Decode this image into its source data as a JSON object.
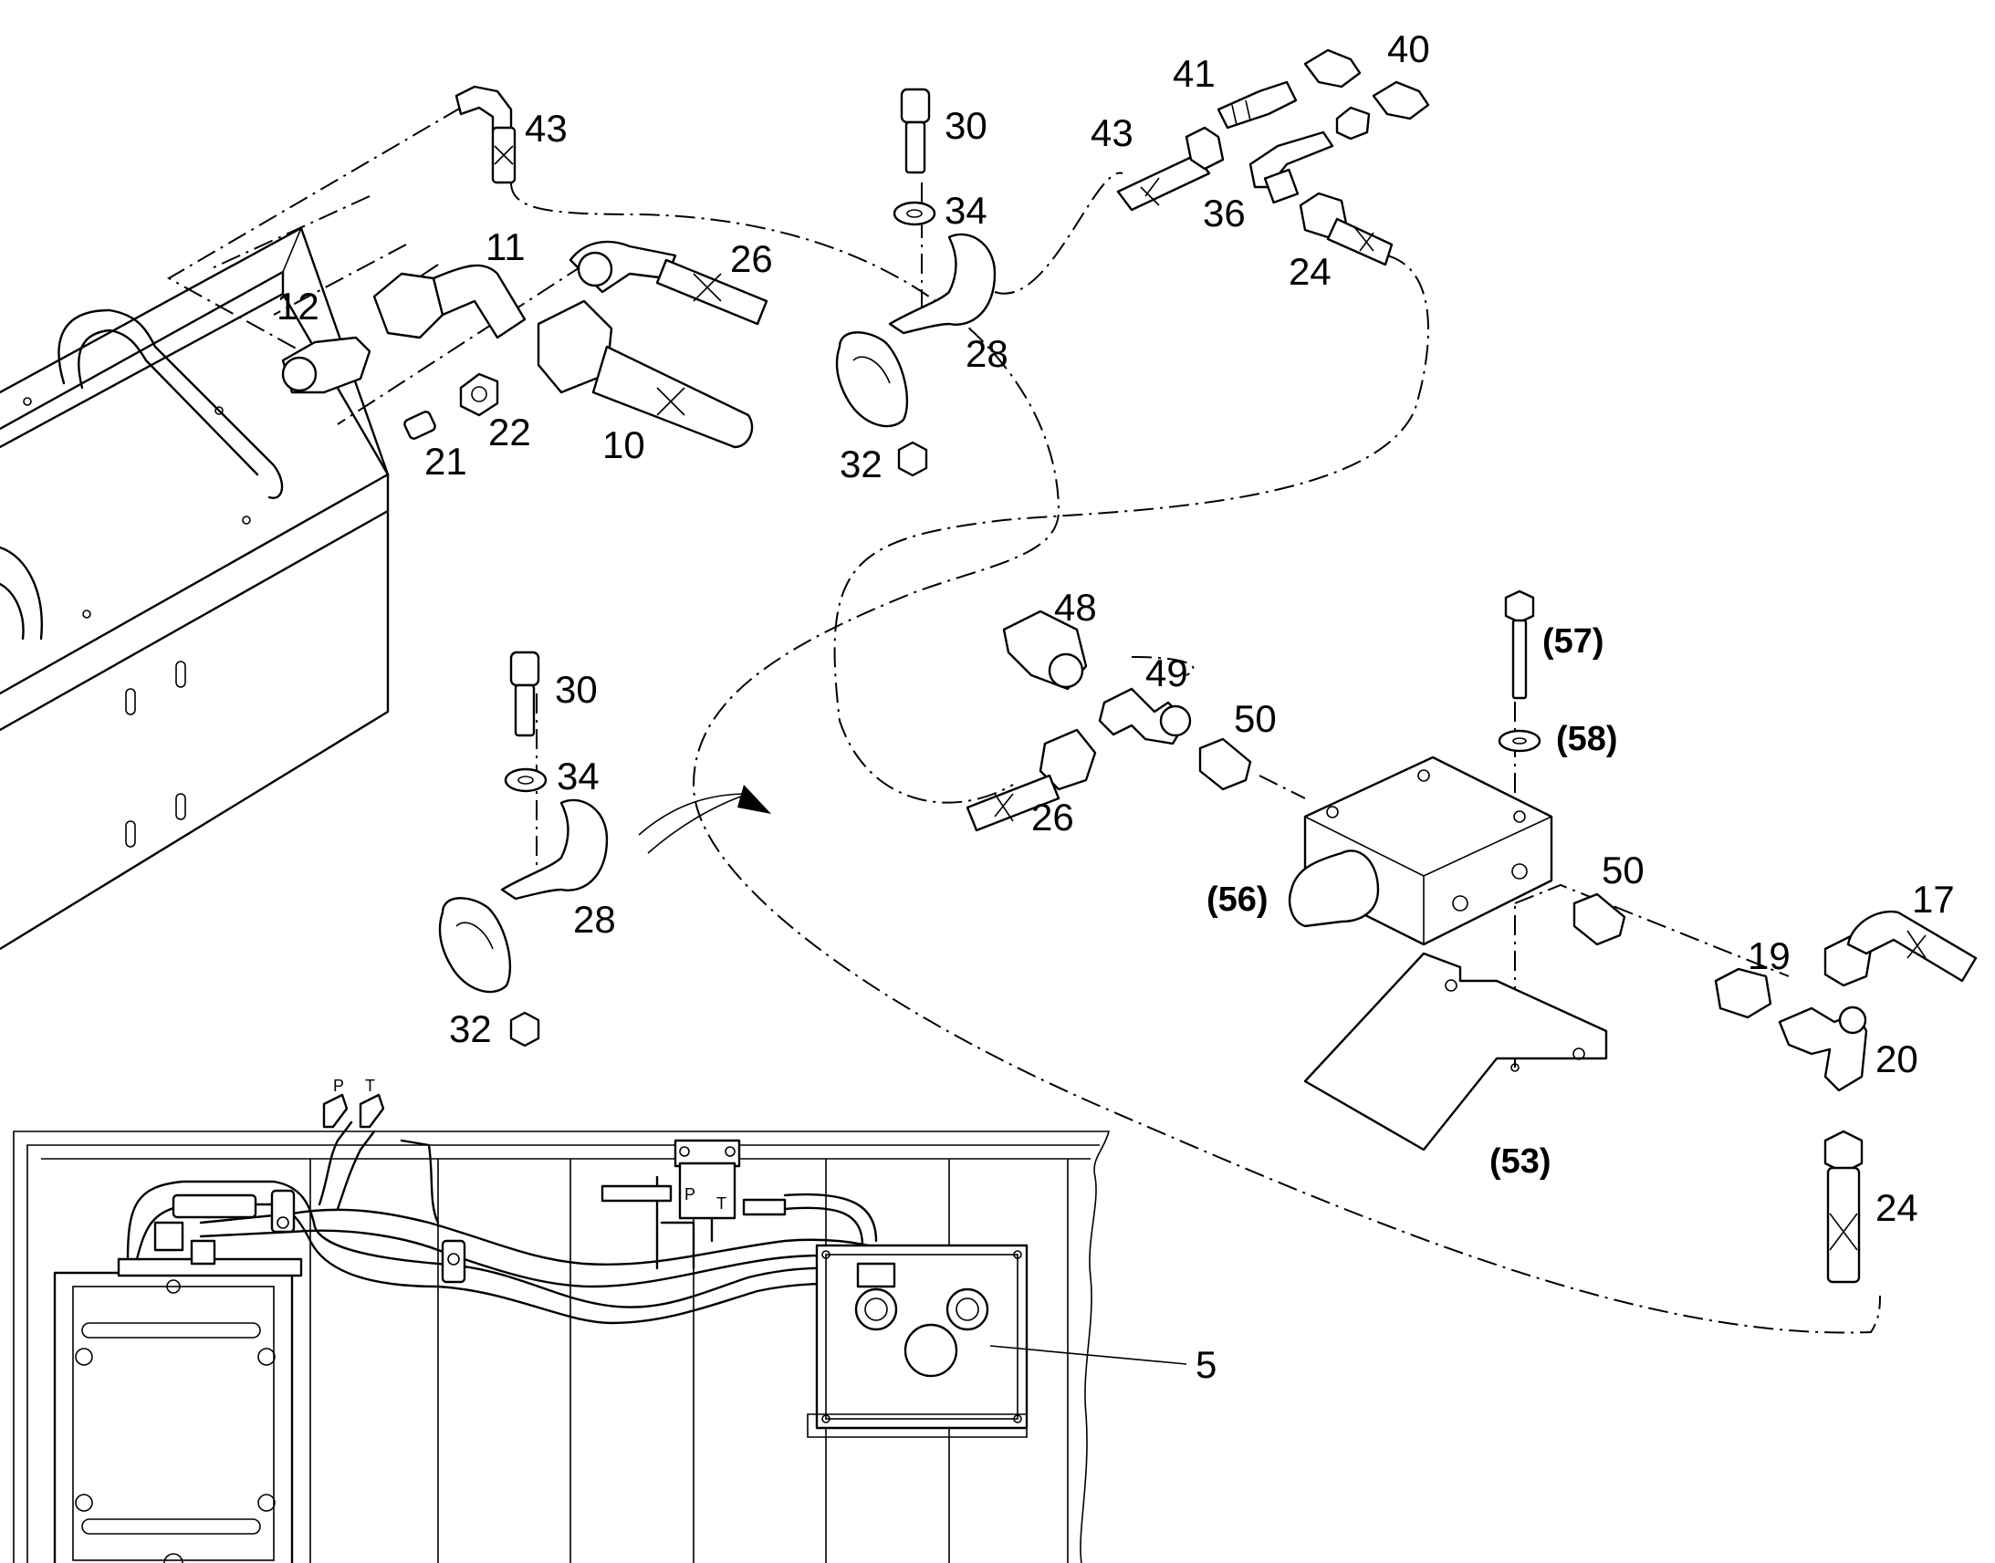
{
  "diagram": {
    "labels": [
      {
        "id": "p43a",
        "text": "43"
      },
      {
        "id": "p30a",
        "text": "30"
      },
      {
        "id": "p34a",
        "text": "34"
      },
      {
        "id": "p41",
        "text": "41"
      },
      {
        "id": "p40",
        "text": "40"
      },
      {
        "id": "p43b",
        "text": "43"
      },
      {
        "id": "p36",
        "text": "36"
      },
      {
        "id": "p24a",
        "text": "24"
      },
      {
        "id": "p11",
        "text": "11"
      },
      {
        "id": "p26a",
        "text": "26"
      },
      {
        "id": "p12",
        "text": "12"
      },
      {
        "id": "p28a",
        "text": "28"
      },
      {
        "id": "p22",
        "text": "22"
      },
      {
        "id": "p10",
        "text": "10"
      },
      {
        "id": "p21",
        "text": "21"
      },
      {
        "id": "p32a",
        "text": "32"
      },
      {
        "id": "p48",
        "text": "48"
      },
      {
        "id": "p49",
        "text": "49"
      },
      {
        "id": "p57",
        "text": "(57)"
      },
      {
        "id": "p30b",
        "text": "30"
      },
      {
        "id": "p50a",
        "text": "50"
      },
      {
        "id": "p58",
        "text": "(58)"
      },
      {
        "id": "p34b",
        "text": "34"
      },
      {
        "id": "p26b",
        "text": "26"
      },
      {
        "id": "p56",
        "text": "(56)"
      },
      {
        "id": "p50b",
        "text": "50"
      },
      {
        "id": "p17",
        "text": "17"
      },
      {
        "id": "p28b",
        "text": "28"
      },
      {
        "id": "p19",
        "text": "19"
      },
      {
        "id": "p20",
        "text": "20"
      },
      {
        "id": "p32b",
        "text": "32"
      },
      {
        "id": "p53",
        "text": "(53)"
      },
      {
        "id": "p24b",
        "text": "24"
      },
      {
        "id": "p5",
        "text": "5"
      }
    ],
    "port_labels": {
      "p": "P",
      "t": "T",
      "p2": "P",
      "t2": "T"
    }
  }
}
